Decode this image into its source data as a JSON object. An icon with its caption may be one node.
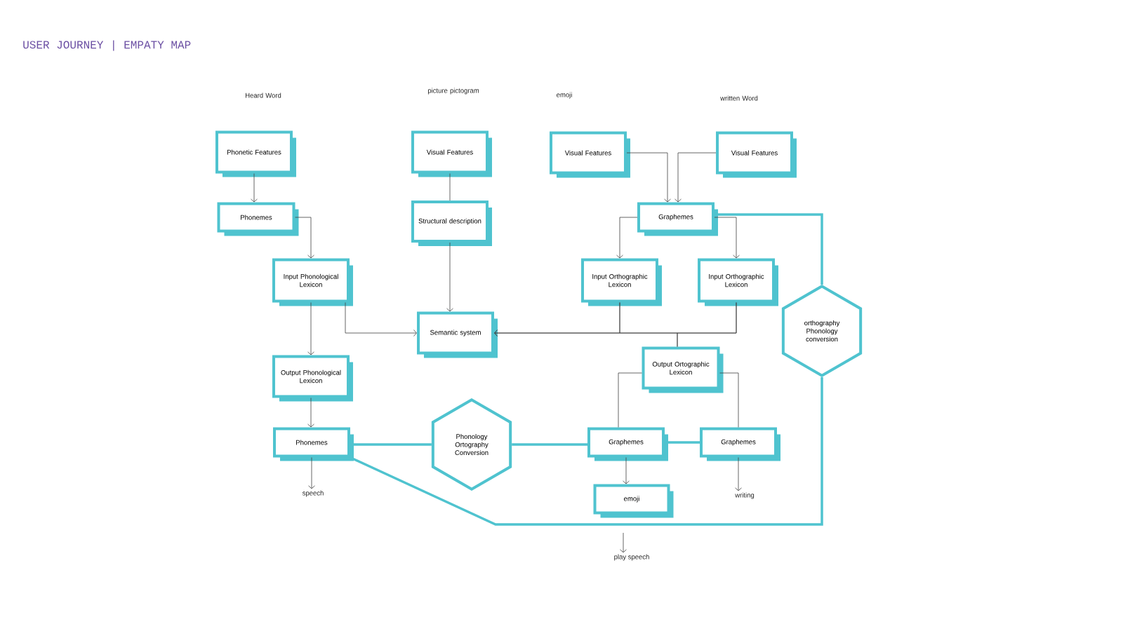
{
  "diagram": {
    "title": "USER JOURNEY | EMPATY MAP",
    "nodes": [
      {
        "text": [
          "Phonetic Features"
        ]
      },
      {
        "text": [
          "Phonemes"
        ]
      },
      {
        "text": [
          "Input Phonological Lexicon"
        ]
      },
      {
        "text": [
          "Visual Features"
        ]
      },
      {
        "text": [
          "Structural description"
        ]
      },
      {
        "text": [
          "Semantic system"
        ]
      },
      {
        "text": [
          "Visual Features"
        ]
      },
      {
        "text": [
          "Visual Features"
        ]
      },
      {
        "text": [
          "Graphemes"
        ]
      },
      {
        "text": [
          "Input Orthographic Lexicon"
        ]
      },
      {
        "text": [
          "Input Orthographic Lexicon"
        ]
      },
      {
        "text": [
          "orthography Phonology conversion"
        ]
      },
      {
        "text": [
          "Output Ortographic Lexicon"
        ]
      },
      {
        "text": [
          "Output Phonological Lexicon"
        ]
      },
      {
        "text": [
          "Phonemes"
        ]
      },
      {
        "text": [
          "Phonology Ortography Conversion"
        ]
      },
      {
        "text": [
          "Graphemes"
        ]
      },
      {
        "text": [
          "Graphemes"
        ]
      },
      {
        "text": [
          "emoji"
        ]
      },
      {
        "text": [
          "speech"
        ]
      },
      {
        "text": [
          "writing"
        ]
      },
      {
        "text": [
          "play speech"
        ]
      }
    ],
    "edges": [
      {
        "from": 0,
        "to": 1,
        "arrow": "to"
      },
      {
        "from": 1,
        "to": 2,
        "arrow": "to"
      },
      {
        "from": 2,
        "to": 13,
        "arrow": "to"
      },
      {
        "from": 2,
        "to": 5,
        "arrow": "to"
      },
      {
        "from": 3,
        "to": 4,
        "arrow": "none"
      },
      {
        "from": 4,
        "to": 5,
        "arrow": "to"
      },
      {
        "from": 6,
        "to": 8,
        "arrow": "to"
      },
      {
        "from": 7,
        "to": 8,
        "arrow": "to"
      },
      {
        "from": 8,
        "to": 9,
        "arrow": "to"
      },
      {
        "from": 8,
        "to": 10,
        "arrow": "to"
      },
      {
        "from": 9,
        "to": 5,
        "arrow": "to"
      },
      {
        "from": 10,
        "to": 5,
        "arrow": "to"
      },
      {
        "from": 9,
        "to": 12,
        "arrow": "none"
      },
      {
        "from": 10,
        "to": 12,
        "arrow": "none"
      },
      {
        "from": 12,
        "to": 16,
        "arrow": "none"
      },
      {
        "from": 12,
        "to": 17,
        "arrow": "none"
      },
      {
        "from": 13,
        "to": 14,
        "arrow": "to"
      },
      {
        "from": 14,
        "to": 19,
        "arrow": "to"
      },
      {
        "from": 16,
        "to": 18,
        "arrow": "to"
      },
      {
        "from": 17,
        "to": 20,
        "arrow": "to"
      },
      {
        "from": null,
        "to": 21,
        "arrow": "to"
      },
      {
        "from": 14,
        "to": 15,
        "arrow": "none",
        "style": "thick",
        "color": "#4fc3cf"
      },
      {
        "from": 15,
        "to": 16,
        "arrow": "none",
        "style": "thick",
        "color": "#4fc3cf"
      },
      {
        "from": 16,
        "to": 17,
        "arrow": "none",
        "style": "thick",
        "color": "#4fc3cf"
      },
      {
        "from": 8,
        "to": 11,
        "arrow": "none",
        "style": "thick",
        "color": "#4fc3cf"
      },
      {
        "from": 14,
        "to": 11,
        "arrow": "none",
        "style": "thick",
        "color": "#4fc3cf"
      }
    ],
    "labels": [
      "Heard Word",
      "picture pictogram",
      "emoji",
      "written Word"
    ]
  }
}
